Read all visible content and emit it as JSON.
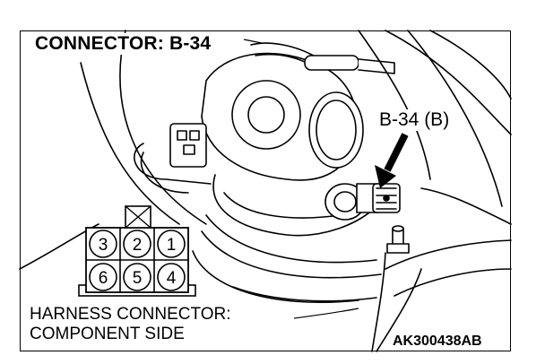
{
  "title": "CONNECTOR: B-34",
  "callout_label": "B-34 (B)",
  "harness_label": {
    "line1": "HARNESS CONNECTOR:",
    "line2": "COMPONENT SIDE"
  },
  "figure_code": "AK300438AB",
  "connector": {
    "top_row": [
      "3",
      "2",
      "1"
    ],
    "bottom_row": [
      "6",
      "5",
      "4"
    ]
  }
}
